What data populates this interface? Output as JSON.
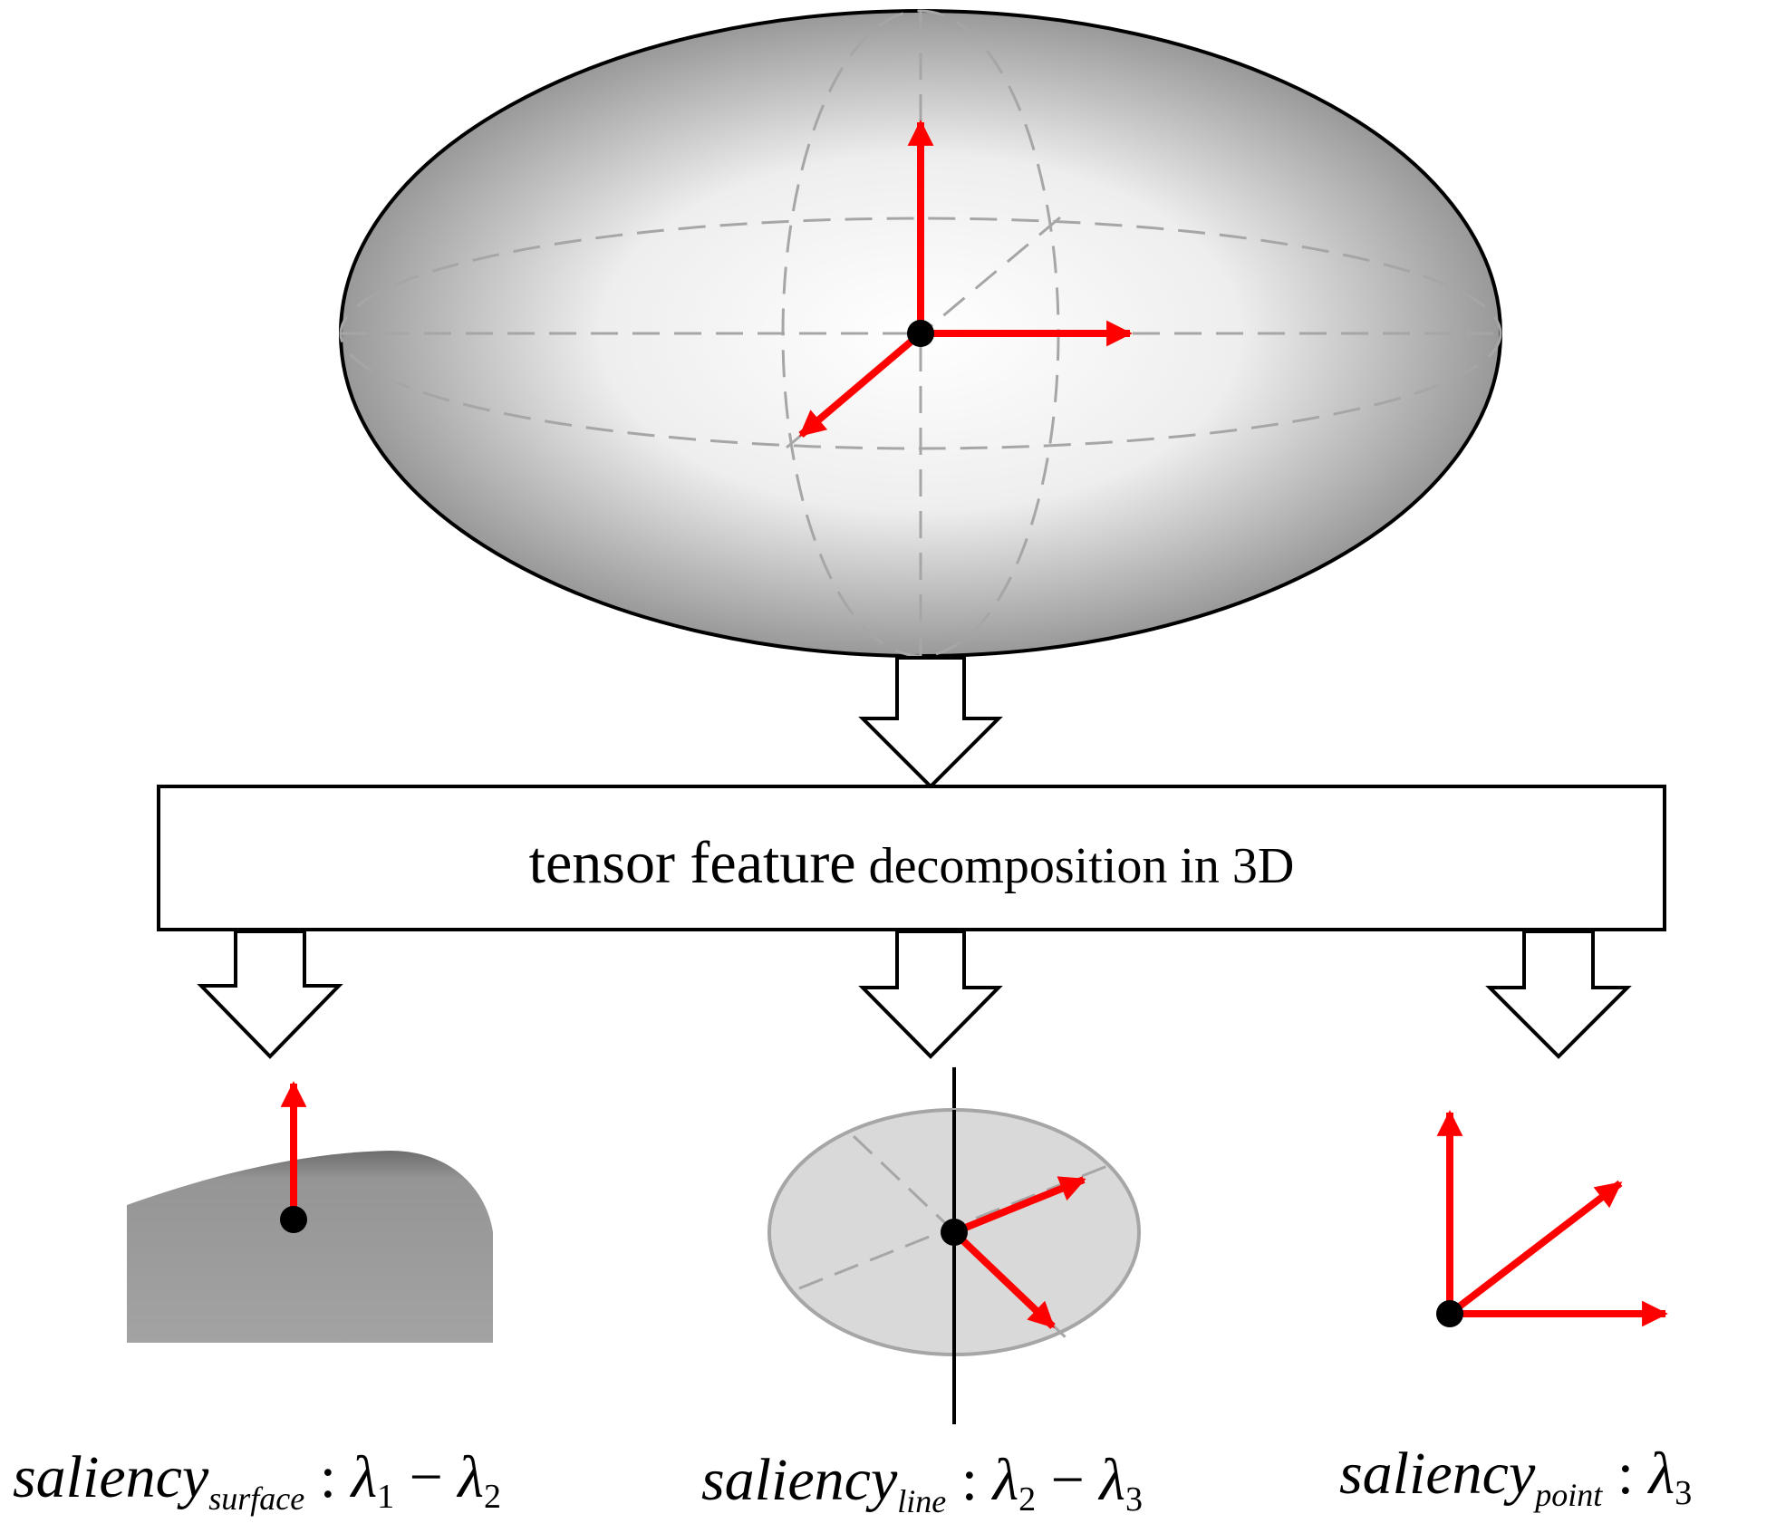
{
  "process_box": {
    "label_part1": "tensor feature",
    "label_part2": " decomposition in 3D"
  },
  "colors": {
    "eigenvector_arrow": "#ff0000",
    "outline": "#000000",
    "dashed_guides": "#a6a6a6",
    "disc_fill": "#d9d9d9",
    "disc_stroke": "#a6a6a6"
  },
  "outputs": [
    {
      "kind": "surface",
      "word": "saliency",
      "subscript": "surface",
      "colon": " : ",
      "lam_a": "λ",
      "sub_a": "1",
      "minus": " − ",
      "lam_b": "λ",
      "sub_b": "2"
    },
    {
      "kind": "line",
      "word": "saliency",
      "subscript": "line",
      "colon": " : ",
      "lam_a": "λ",
      "sub_a": "2",
      "minus": " − ",
      "lam_b": "λ",
      "sub_b": "3"
    },
    {
      "kind": "point",
      "word": "saliency",
      "subscript": "point",
      "colon": " : ",
      "lam_a": "λ",
      "sub_a": "3"
    }
  ]
}
